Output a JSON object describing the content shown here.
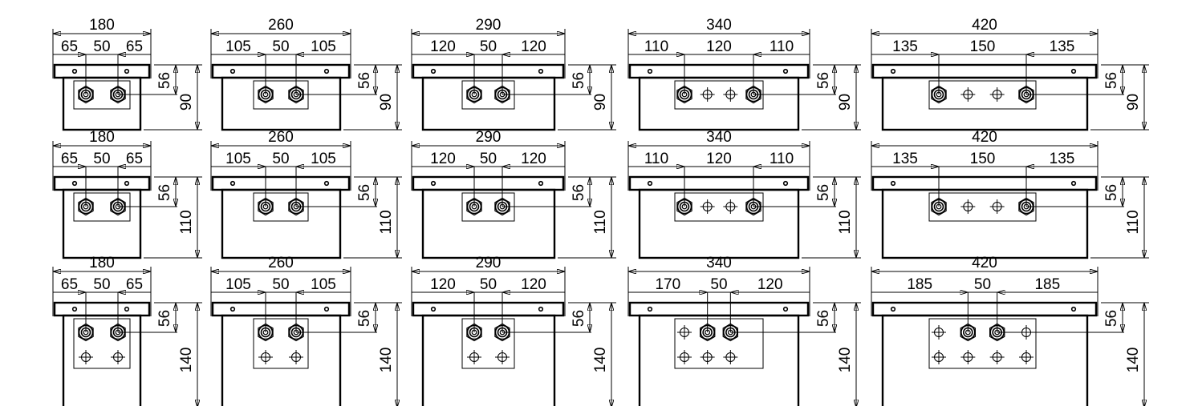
{
  "drawing": {
    "rows": [
      {
        "height": "90",
        "pipe_height": "56",
        "items": [
          {
            "total": "180",
            "parts": [
              "65",
              "50",
              "65"
            ],
            "pipe_layout": "two",
            "pipes": [
              {
                "kind": "fitting"
              },
              {
                "kind": "fitting"
              }
            ]
          },
          {
            "total": "260",
            "parts": [
              "105",
              "50",
              "105"
            ],
            "pipe_layout": "two",
            "pipes": [
              {
                "kind": "fitting"
              },
              {
                "kind": "fitting"
              }
            ]
          },
          {
            "total": "290",
            "parts": [
              "120",
              "50",
              "120"
            ],
            "pipe_layout": "two",
            "pipes": [
              {
                "kind": "fitting"
              },
              {
                "kind": "fitting"
              }
            ]
          },
          {
            "total": "340",
            "parts": [
              "110",
              "120",
              "110"
            ],
            "pipe_layout": "four-wide",
            "pipes": [
              {
                "kind": "fitting"
              },
              {
                "kind": "cross"
              },
              {
                "kind": "cross"
              },
              {
                "kind": "fitting"
              }
            ]
          },
          {
            "total": "420",
            "parts": [
              "135",
              "150",
              "135"
            ],
            "pipe_layout": "four-wide",
            "pipes": [
              {
                "kind": "fitting"
              },
              {
                "kind": "cross"
              },
              {
                "kind": "cross"
              },
              {
                "kind": "fitting"
              }
            ]
          }
        ]
      },
      {
        "height": "110",
        "pipe_height": "56",
        "items": [
          {
            "total": "180",
            "parts": [
              "65",
              "50",
              "65"
            ],
            "pipe_layout": "two",
            "pipes": [
              {
                "kind": "fitting"
              },
              {
                "kind": "fitting"
              }
            ]
          },
          {
            "total": "260",
            "parts": [
              "105",
              "50",
              "105"
            ],
            "pipe_layout": "two",
            "pipes": [
              {
                "kind": "fitting"
              },
              {
                "kind": "fitting"
              }
            ]
          },
          {
            "total": "290",
            "parts": [
              "120",
              "50",
              "120"
            ],
            "pipe_layout": "two",
            "pipes": [
              {
                "kind": "fitting"
              },
              {
                "kind": "fitting"
              }
            ]
          },
          {
            "total": "340",
            "parts": [
              "110",
              "120",
              "110"
            ],
            "pipe_layout": "four-wide",
            "pipes": [
              {
                "kind": "fitting"
              },
              {
                "kind": "cross"
              },
              {
                "kind": "cross"
              },
              {
                "kind": "fitting"
              }
            ]
          },
          {
            "total": "420",
            "parts": [
              "135",
              "150",
              "135"
            ],
            "pipe_layout": "four-wide",
            "pipes": [
              {
                "kind": "fitting"
              },
              {
                "kind": "cross"
              },
              {
                "kind": "cross"
              },
              {
                "kind": "fitting"
              }
            ]
          }
        ]
      },
      {
        "height": "140",
        "pipe_height": "56",
        "items": [
          {
            "total": "180",
            "parts": [
              "65",
              "50",
              "65"
            ],
            "pipe_layout": "two-grid",
            "pipes": [
              {
                "kind": "fitting"
              },
              {
                "kind": "fitting"
              },
              {
                "kind": "cross"
              },
              {
                "kind": "cross"
              }
            ]
          },
          {
            "total": "260",
            "parts": [
              "105",
              "50",
              "105"
            ],
            "pipe_layout": "two-grid",
            "pipes": [
              {
                "kind": "fitting"
              },
              {
                "kind": "fitting"
              },
              {
                "kind": "cross"
              },
              {
                "kind": "cross"
              }
            ]
          },
          {
            "total": "290",
            "parts": [
              "120",
              "50",
              "120"
            ],
            "pipe_layout": "two-grid",
            "pipes": [
              {
                "kind": "fitting"
              },
              {
                "kind": "fitting"
              },
              {
                "kind": "cross"
              },
              {
                "kind": "cross"
              }
            ]
          },
          {
            "total": "340",
            "parts": [
              "170",
              "50",
              "120"
            ],
            "pipe_layout": "three-grid",
            "pipes": [
              {
                "kind": "cross"
              },
              {
                "kind": "fitting"
              },
              {
                "kind": "fitting"
              },
              {
                "kind": "cross"
              },
              {
                "kind": "cross"
              },
              {
                "kind": "cross"
              }
            ]
          },
          {
            "total": "420",
            "parts": [
              "185",
              "50",
              "185"
            ],
            "pipe_layout": "four-grid",
            "pipes": [
              {
                "kind": "cross"
              },
              {
                "kind": "fitting"
              },
              {
                "kind": "fitting"
              },
              {
                "kind": "cross"
              },
              {
                "kind": "cross"
              },
              {
                "kind": "cross"
              },
              {
                "kind": "cross"
              },
              {
                "kind": "cross"
              }
            ]
          }
        ]
      }
    ]
  }
}
